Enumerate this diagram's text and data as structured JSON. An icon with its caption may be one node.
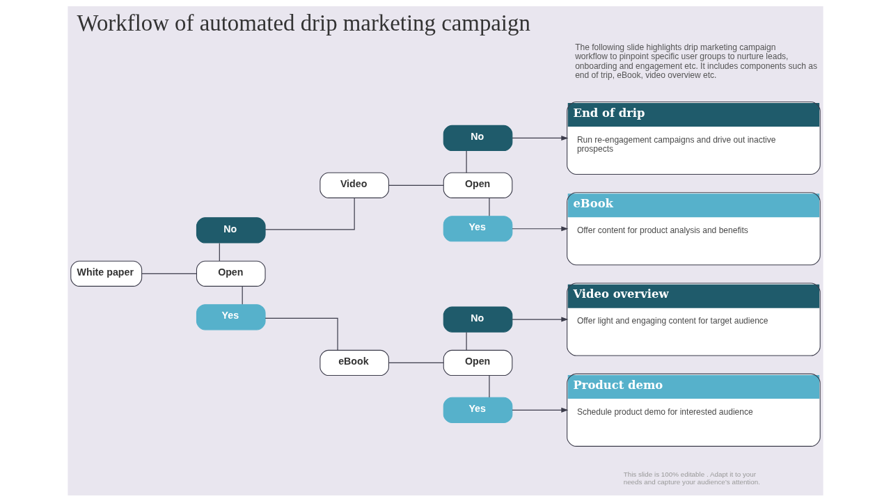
{
  "diagram": {
    "title": "Workflow of automated drip marketing campaign",
    "nodes": [
      {
        "text": [
          "White paper"
        ]
      },
      {
        "text": [
          "Open"
        ]
      },
      {
        "text": [
          "No"
        ]
      },
      {
        "text": [
          "Yes"
        ]
      },
      {
        "text": [
          "Video"
        ]
      },
      {
        "text": [
          "eBook"
        ]
      },
      {
        "text": [
          "Open"
        ]
      },
      {
        "text": [
          "No"
        ]
      },
      {
        "text": [
          "Yes"
        ]
      },
      {
        "text": [
          "Open"
        ]
      },
      {
        "text": [
          "No"
        ]
      },
      {
        "text": [
          "Yes"
        ]
      },
      {
        "text": [
          "End of drip",
          "Run re-engagement campaigns and drive out inactive prospects"
        ]
      },
      {
        "text": [
          "eBook",
          "Offer content for product analysis and benefits"
        ]
      },
      {
        "text": [
          "Video overview",
          "Offer light and engaging content for target audience"
        ]
      },
      {
        "text": [
          "Product demo",
          "Schedule product demo for interested audience"
        ]
      }
    ],
    "edges": [
      {
        "from": 0,
        "to": 1,
        "arrow": "none"
      },
      {
        "from": 1,
        "to": 2,
        "arrow": "none"
      },
      {
        "from": 1,
        "to": 3,
        "arrow": "none"
      },
      {
        "from": 2,
        "to": 4,
        "arrow": "none"
      },
      {
        "from": 3,
        "to": 5,
        "arrow": "none"
      },
      {
        "from": 4,
        "to": 6,
        "arrow": "none"
      },
      {
        "from": 6,
        "to": 7,
        "arrow": "none"
      },
      {
        "from": 6,
        "to": 8,
        "arrow": "none"
      },
      {
        "from": 5,
        "to": 9,
        "arrow": "none"
      },
      {
        "from": 9,
        "to": 10,
        "arrow": "none"
      },
      {
        "from": 9,
        "to": 11,
        "arrow": "none"
      },
      {
        "from": 7,
        "to": 12,
        "arrow": "to"
      },
      {
        "from": 8,
        "to": 13,
        "arrow": "to"
      },
      {
        "from": 10,
        "to": 14,
        "arrow": "to"
      },
      {
        "from": 11,
        "to": 15,
        "arrow": "to"
      }
    ],
    "labels": [
      "The following slide highlights drip marketing campaign workflow to pinpoint specific user groups to nurture leads, onboarding and engagement etc. It includes components such as end of trip, eBook, video overview etc.",
      "This slide is 100% editable . Adapt it to your needs and capture your audience’s attention."
    ]
  }
}
